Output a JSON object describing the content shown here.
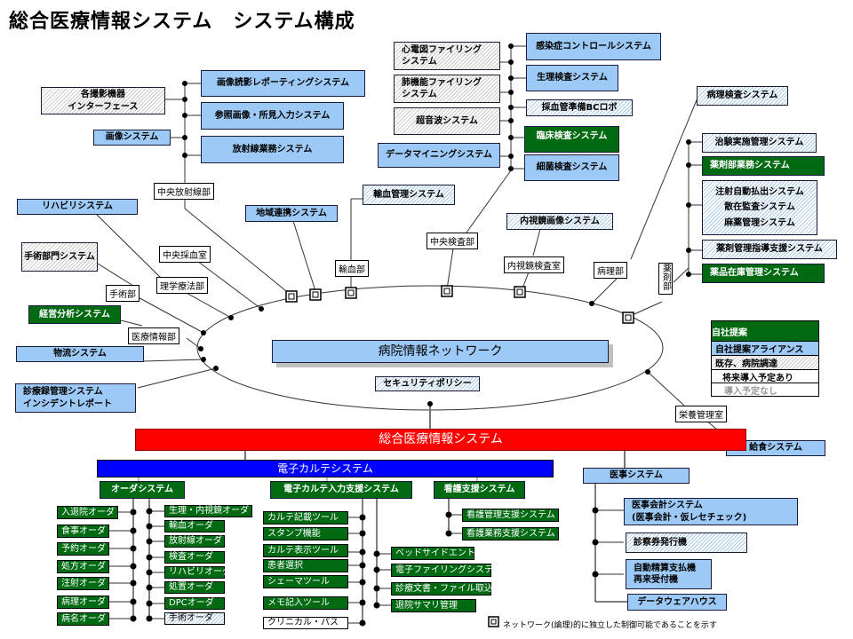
{
  "title": "総合医療情報システム　システム構成",
  "colors": {
    "existing_blue": "#9cc9f5",
    "own_proposal_green": "#006a12",
    "core_red": "#ff0000",
    "ehr_blue": "#0000ff"
  },
  "radiology": {
    "dept_label": "中央放射線部",
    "systems": [
      "画像読影レポーティングシステム",
      "参照画像・所見入力システム",
      "放射線業務システム"
    ],
    "left_items": [
      "各撮影機器\nインターフェース",
      "画像システム"
    ]
  },
  "lab": {
    "dept_label": "中央検査部",
    "left_items": [
      "心電図ファイリング\nシステム",
      "肺機能ファイリング\nシステム",
      "超音波システム",
      "データマイニングシステム"
    ],
    "right_items": [
      "感染症コントロールシステム",
      "生理検査システム",
      "採血管準備BCロボ",
      "臨床検査システム",
      "細菌検査システム"
    ]
  },
  "pathology": {
    "dept_label": "病理部",
    "system": "病理検査システム"
  },
  "pharmacy": {
    "dept_label": "薬剤部",
    "items": [
      "治験実施管理システム",
      "薬剤部業務システム",
      "注射自動払出システム\n散在監査システム\n麻薬管理システム",
      "薬剤管理指導支援システム",
      "薬品在庫管理システム"
    ]
  },
  "network_nodes": {
    "rehab": {
      "system": "リハビリシステム",
      "dept": "理学療法部"
    },
    "surgery": {
      "system": "手術部門システム",
      "dept": "手術部"
    },
    "blood_collection": {
      "dept": "中央採血室"
    },
    "management": {
      "system": "経営分析システム",
      "dept": "医療情報部"
    },
    "logistics": {
      "system": "物流システム"
    },
    "records": {
      "system": "診療録管理システム\nインシデントレポート"
    },
    "regional": {
      "system": "地域連携システム"
    },
    "transfusion": {
      "system": "輸血管理システム",
      "dept": "輸血部"
    },
    "endoscopy": {
      "system": "内視鏡画像システム",
      "dept": "内視鏡検査室"
    },
    "nutrition": {
      "system": "給食システム",
      "dept": "栄養管理室"
    }
  },
  "network": {
    "name": "病院情報ネットワーク",
    "security": "セキュリティポリシー"
  },
  "core": {
    "name": "総合医療情報システム"
  },
  "ehr": {
    "name": "電子カルテシステム"
  },
  "order_system": {
    "name": "オーダシステム",
    "left": [
      "入退院オーダ",
      "食事オーダ",
      "予約オーダ",
      "処方オーダ",
      "注射オーダ",
      "病理オーダ",
      "病名オーダ"
    ],
    "right": [
      "生理・内視鏡オーダ",
      "輸血オーダ",
      "放射線オーダ",
      "検査オーダ",
      "リハビリオーダ",
      "処置オーダ",
      "DPCオーダ",
      "手術オーダ"
    ]
  },
  "input_support": {
    "name": "電子カルテ入力支援システム",
    "left": [
      "カルテ記載ツール",
      "スタンプ機能",
      "カルテ表示ツール",
      "患者選択",
      "シェーマツール",
      "メモ記入ツール",
      "クリニカル・パス"
    ],
    "right": [
      "ベッドサイドエントリ",
      "電子ファイリングシステム",
      "診療文書・ファイル取込",
      "退院サマリ管理"
    ]
  },
  "nursing": {
    "name": "看護支援システム",
    "items": [
      "看護管理支援システム",
      "看護業務支援システム"
    ]
  },
  "medical_affairs": {
    "name": "医事システム",
    "items": [
      "医事会計システム\n(医事会計・仮レセチェック)",
      "診察券発行機",
      "自動精算支払機\n再来受付機",
      "データウェアハウス"
    ]
  },
  "legend": {
    "rows": [
      "自社提案",
      "自社提案アライアンス",
      "既存、病院調達",
      "将来導入予定あり",
      "導入予定なし"
    ]
  },
  "note": "ネットワーク(論理)的に独立した制御可能であることを示す"
}
